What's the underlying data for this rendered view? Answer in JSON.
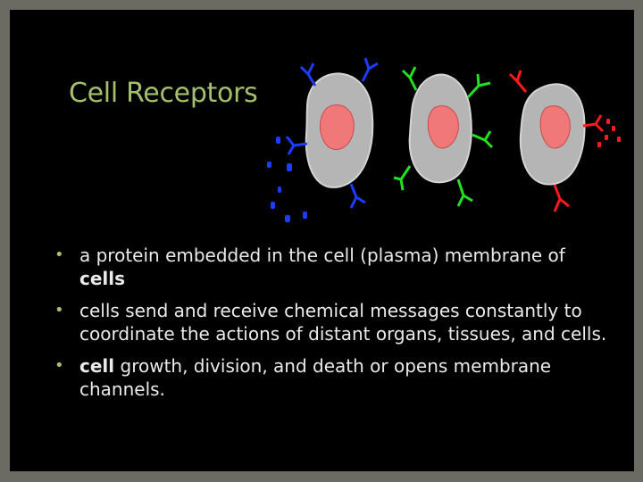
{
  "slide": {
    "title": "Cell Receptors",
    "bullets": [
      {
        "marker": "•",
        "text": " a protein embedded in the cell (plasma) membrane of ",
        "bold": "cells",
        "rest": ""
      },
      {
        "marker": "•",
        "text": "cells send and receive chemical messages constantly to coordinate the actions of distant organs, tissues, and cells.",
        "bold": "",
        "rest": ""
      },
      {
        "marker": "•",
        "text": "",
        "bold": "cell",
        "rest": " growth, division, and death or opens membrane channels."
      }
    ]
  },
  "colors": {
    "background": "#000000",
    "frame": "#6b6b63",
    "title": "#a4c06c",
    "text": "#eaeaea",
    "cell_body": "#b5b5b5",
    "nucleus": "#f07878",
    "receptor_blue": "#1c3cff",
    "receptor_green": "#22e022",
    "receptor_red": "#ff1a1a"
  },
  "illustration": {
    "icons": [
      "cell-icon",
      "receptor-icon",
      "ligand-icon"
    ]
  }
}
